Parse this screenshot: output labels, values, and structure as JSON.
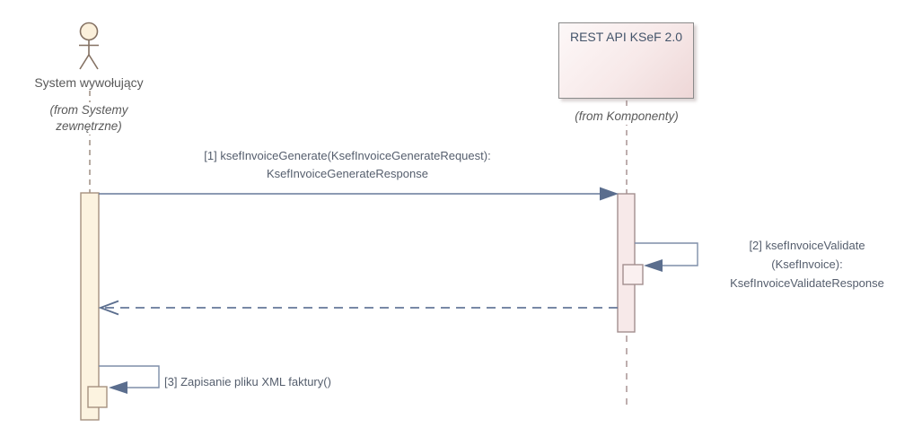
{
  "diagram": {
    "type": "uml-sequence-diagram",
    "lifelines": {
      "caller": {
        "kind": "actor",
        "name": "System wywołujący",
        "stereotype": "(from Systemy\nzewnętrzne)"
      },
      "api": {
        "kind": "component",
        "name": "REST API KSeF 2.0",
        "stereotype": "(from Komponenty)"
      }
    },
    "messages": [
      {
        "seq": "1",
        "kind": "synchronous-call",
        "from": "System wywołujący",
        "to": "REST API KSeF 2.0",
        "label": "[1] ksefInvoiceGenerate(KsefInvoiceGenerateRequest):\nKsefInvoiceGenerateResponse"
      },
      {
        "seq": "2",
        "kind": "self-call",
        "from": "REST API KSeF 2.0",
        "to": "REST API KSeF 2.0",
        "label": "[2] ksefInvoiceValidate\n(KsefInvoice):\nKsefInvoiceValidateResponse"
      },
      {
        "seq": "",
        "kind": "return",
        "from": "REST API KSeF 2.0",
        "to": "System wywołujący",
        "label": ""
      },
      {
        "seq": "3",
        "kind": "self-call",
        "from": "System wywołujący",
        "to": "System wywołujący",
        "label": "[3] Zapisanie pliku XML faktury()"
      }
    ],
    "colors": {
      "message_line": "#66789a",
      "message_arrow_fill": "#5b6e8e",
      "message_text": "#555e6d",
      "label_text": "#595959",
      "component_title_text": "#44546a",
      "component_fill_start": "#fdf8f8",
      "component_fill_end": "#eed7d7",
      "component_border": "#8a8a8a",
      "actor_stroke": "#847162",
      "actor_head_fill": "#fbf0db",
      "caller_activation_fill": "#fcf3e0",
      "caller_activation_border": "#a5917f",
      "api_activation_fill": "#f7e9e9",
      "api_activation_border": "#a38e8e",
      "caller_lifeline": "#9d8d82",
      "api_lifeline": "#a89393"
    }
  }
}
